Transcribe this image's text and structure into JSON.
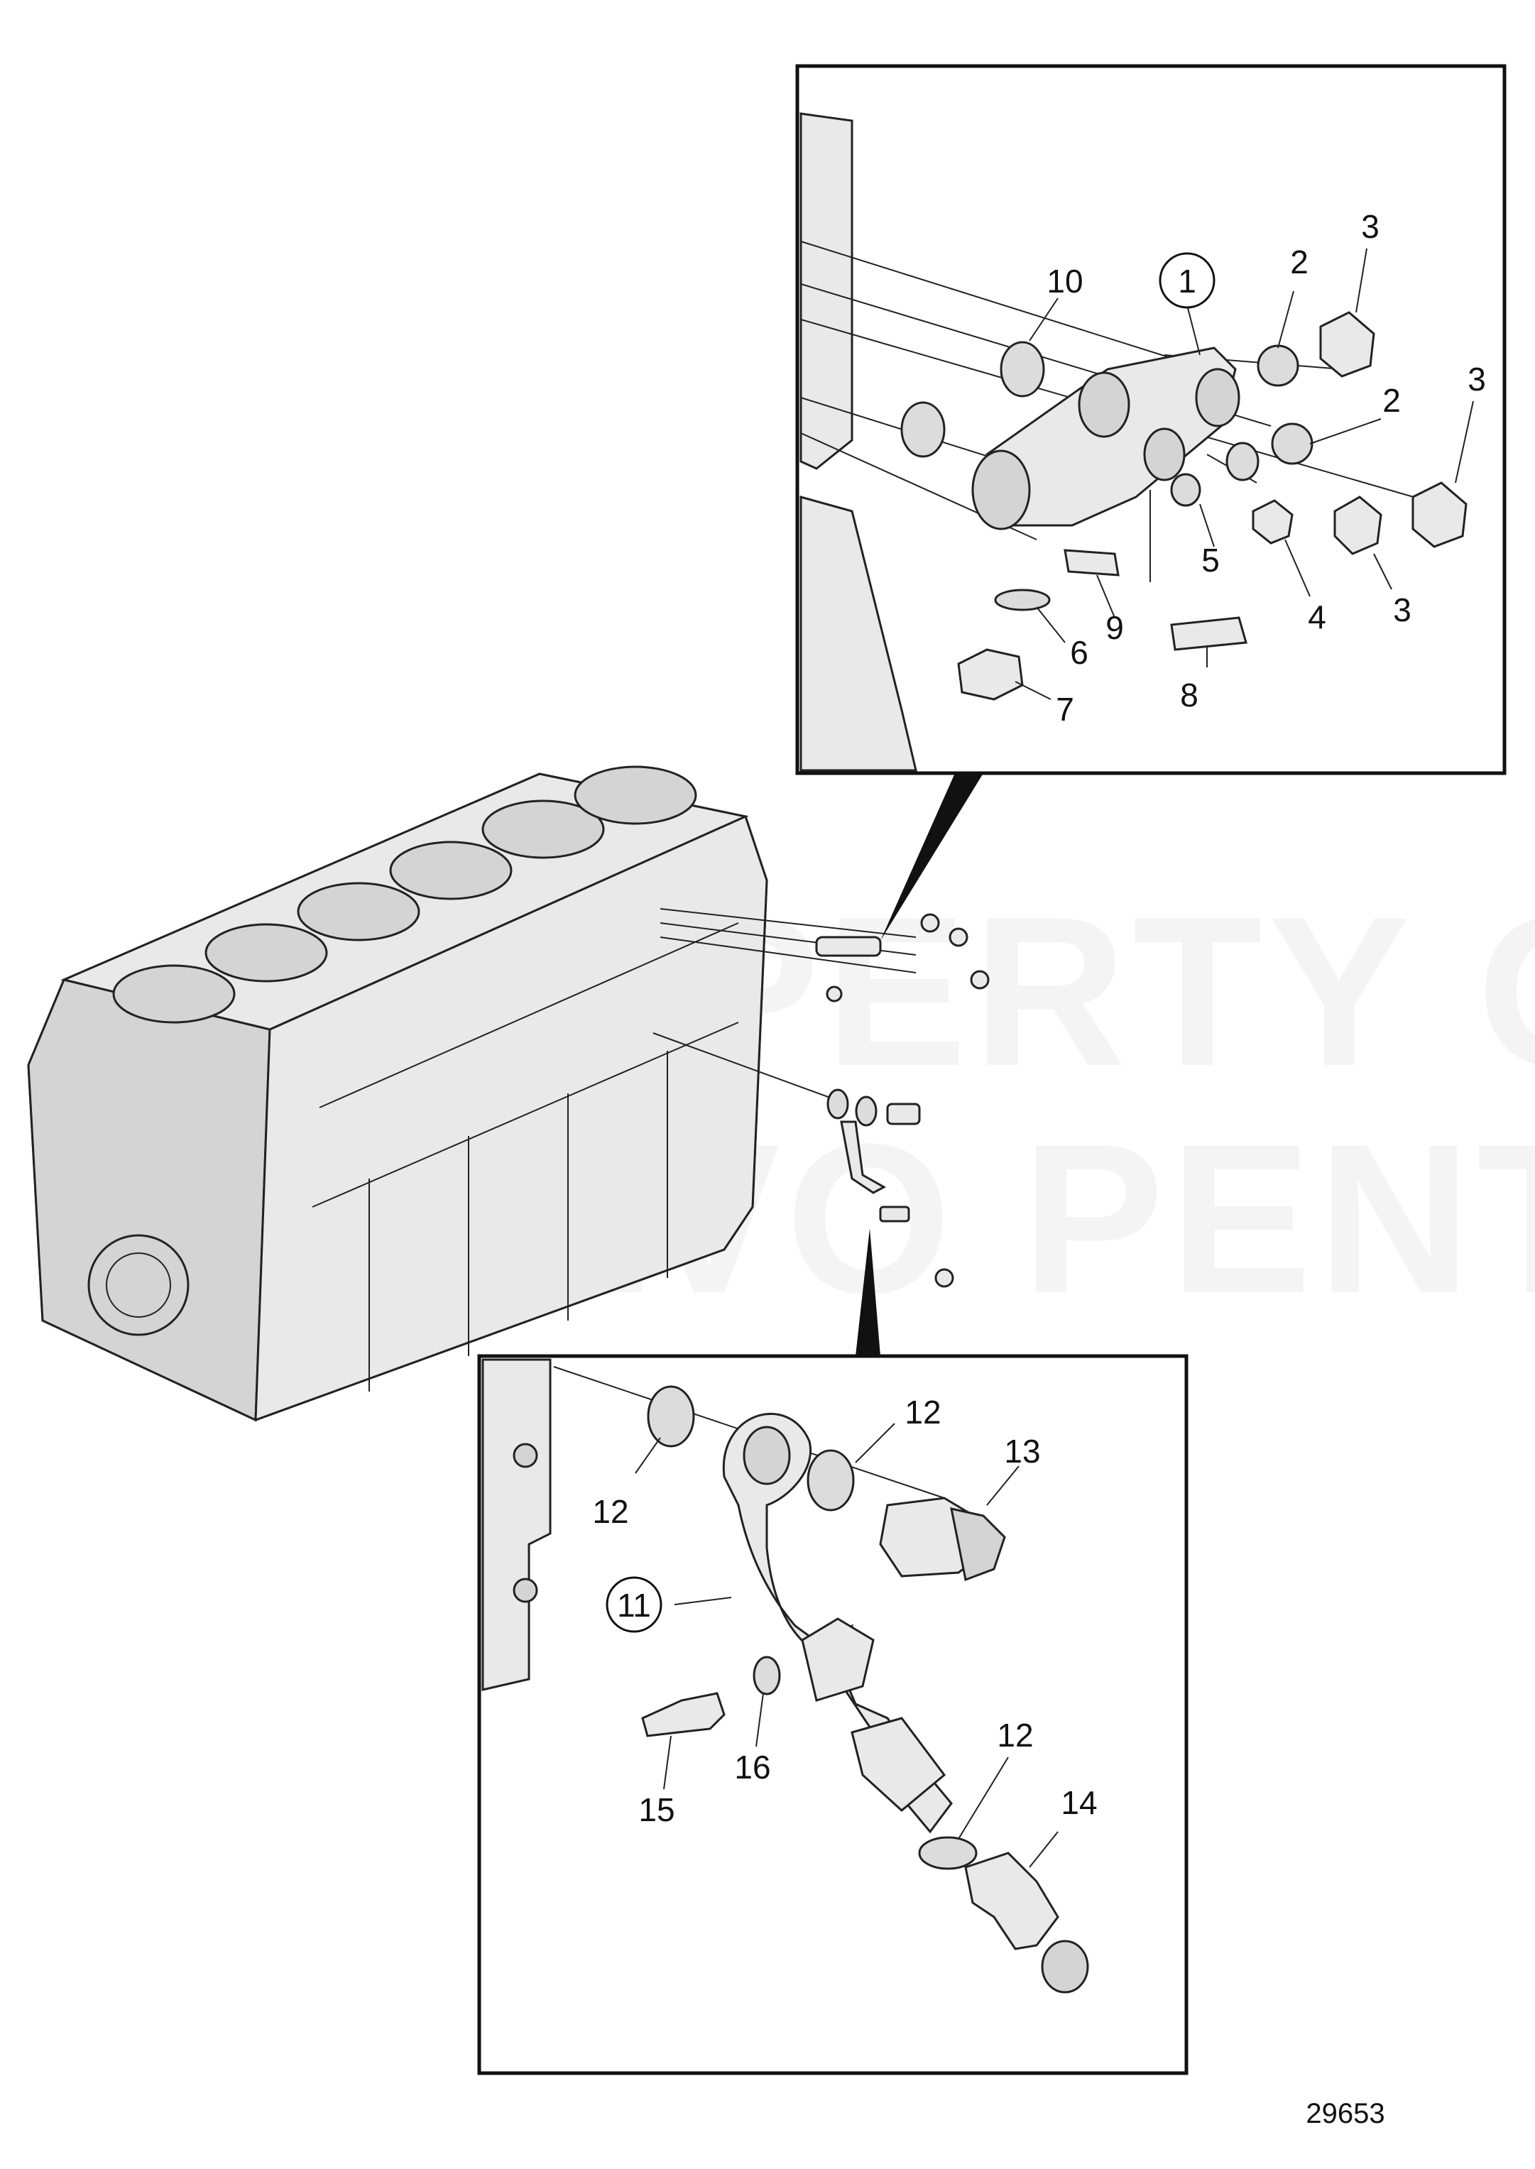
{
  "figure_number": "29653",
  "watermark": {
    "line1": "PROPERTY OF",
    "line2": "VOLVO PENTA"
  },
  "colors": {
    "line": "#222222",
    "part_fill": "#e9e9e9",
    "part_shade": "#d4d4d4",
    "frame": "#111111"
  },
  "detail_top": {
    "callouts": [
      {
        "id": "c1",
        "text": "1",
        "circled": true
      },
      {
        "id": "c2a",
        "text": "2"
      },
      {
        "id": "c2b",
        "text": "2"
      },
      {
        "id": "c3a",
        "text": "3"
      },
      {
        "id": "c3b",
        "text": "3"
      },
      {
        "id": "c3c",
        "text": "3"
      },
      {
        "id": "c4",
        "text": "4"
      },
      {
        "id": "c5",
        "text": "5"
      },
      {
        "id": "c6",
        "text": "6"
      },
      {
        "id": "c7",
        "text": "7"
      },
      {
        "id": "c8",
        "text": "8"
      },
      {
        "id": "c9",
        "text": "9"
      },
      {
        "id": "c10",
        "text": "10"
      }
    ]
  },
  "detail_bottom": {
    "callouts": [
      {
        "id": "c11",
        "text": "11",
        "circled": true
      },
      {
        "id": "c12a",
        "text": "12"
      },
      {
        "id": "c12b",
        "text": "12"
      },
      {
        "id": "c12c",
        "text": "12"
      },
      {
        "id": "c13",
        "text": "13"
      },
      {
        "id": "c14",
        "text": "14"
      },
      {
        "id": "c15",
        "text": "15"
      },
      {
        "id": "c16",
        "text": "16"
      }
    ]
  }
}
